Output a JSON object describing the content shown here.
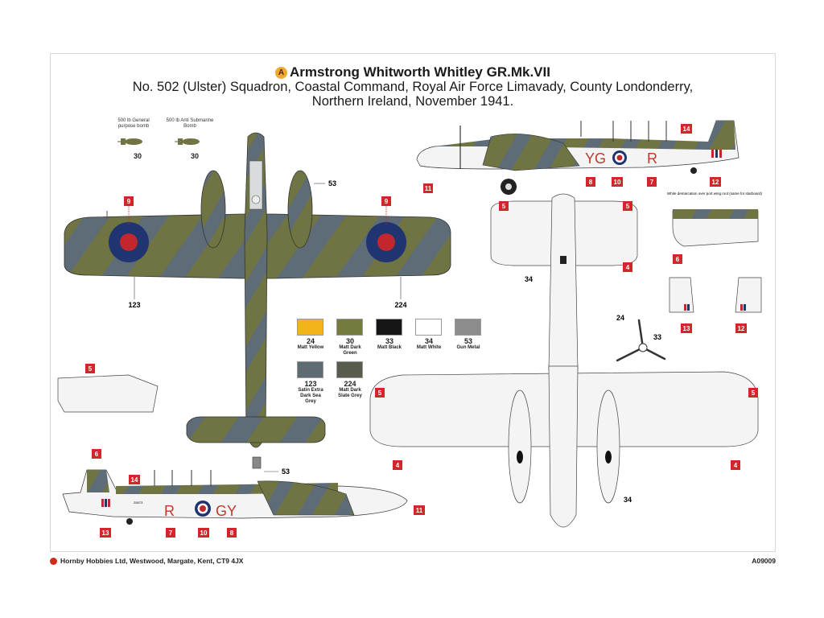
{
  "header": {
    "scheme_letter": "A",
    "title": "Armstrong Whitworth Whitley GR.Mk.VII",
    "subtitle_line1": "No. 502 (Ulster) Squadron, Coastal Command, Royal Air Force Limavady, County Londonderry,",
    "subtitle_line2": "Northern Ireland, November 1941."
  },
  "bombs": [
    {
      "label": "500 lb General purpose bomb",
      "num": "30"
    },
    {
      "label": "500 lb Anti Submarine Bomb",
      "num": "30"
    }
  ],
  "paints": [
    {
      "num": "24",
      "name": "Matt Yellow",
      "color": "#f2b21a"
    },
    {
      "num": "30",
      "name": "Matt Dark Green",
      "color": "#757a3e"
    },
    {
      "num": "33",
      "name": "Matt Black",
      "color": "#161616"
    },
    {
      "num": "34",
      "name": "Matt White",
      "color": "#ffffff"
    },
    {
      "num": "53",
      "name": "Gun Metal",
      "color": "#8c8c8c"
    },
    {
      "num": "123",
      "name": "Satin Extra Dark Sea Grey",
      "color": "#5f6b73"
    },
    {
      "num": "224",
      "name": "Matt Dark Slate Grey",
      "color": "#575c4c"
    }
  ],
  "callouts": {
    "c9": "9",
    "c5": "5",
    "c4": "4",
    "c6": "6",
    "c7": "7",
    "c8": "8",
    "c10": "10",
    "c11": "11",
    "c12": "12",
    "c13": "13",
    "c14": "14",
    "n123": "123",
    "n224": "224",
    "n53": "53",
    "n34": "34",
    "n24": "24",
    "n33": "33"
  },
  "codes": {
    "starboard_left": "YG",
    "starboard_right": "R",
    "port_left": "R",
    "port_right": "GY",
    "serial": "Z6573"
  },
  "notes": {
    "white_demarcation": "White demarcation over port wing root (same for starboard)"
  },
  "footer": {
    "publisher": "Hornby Hobbies Ltd, Westwood, Margate, Kent, CT9 4JX",
    "code": "A09009"
  },
  "colors": {
    "dark_green": "#6f7442",
    "sea_grey": "#5d6c76",
    "roundel_blue": "#1f3470",
    "roundel_red": "#c1272d",
    "callout_red": "#d3262b",
    "code_red": "#c0392b",
    "underside_white": "#f4f4f4"
  }
}
